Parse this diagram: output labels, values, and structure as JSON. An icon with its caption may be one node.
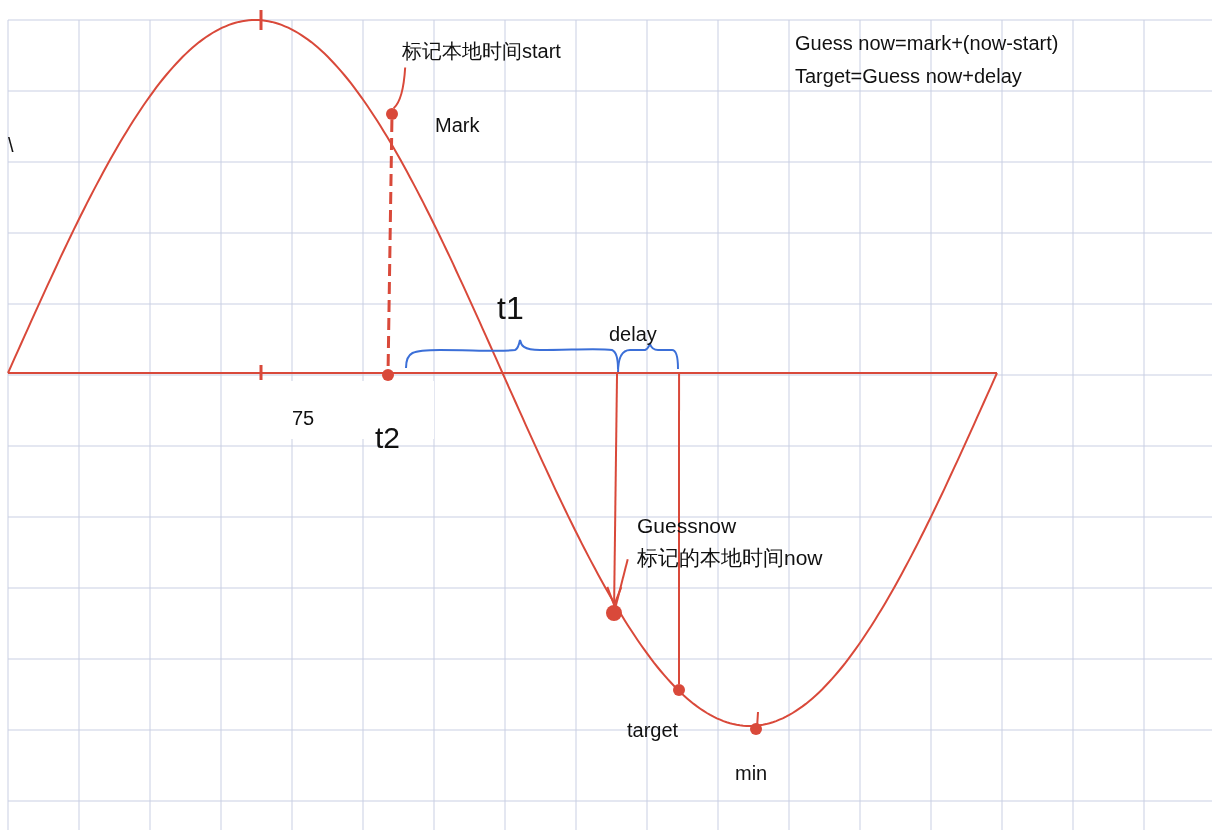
{
  "diagram": {
    "nodes": [
      {
        "text": [
          "标记本地时间start"
        ]
      },
      {
        "text": [],
        "shape": "circle",
        "beside": [
          "Mark"
        ]
      },
      {
        "text": [],
        "shape": "circle",
        "beside": [
          "t2"
        ]
      },
      {
        "text": [
          "Guessnow",
          "标记的本地时间now"
        ]
      },
      {
        "text": [],
        "shape": "circle"
      },
      {
        "text": [],
        "shape": "circle",
        "beside": [
          "target"
        ]
      },
      {
        "text": [],
        "shape": "circle",
        "beside": [
          "min"
        ]
      },
      {
        "text": [],
        "shape": "bar"
      }
    ],
    "edges": [
      {
        "from": 0,
        "to": 1,
        "arrow": "none"
      },
      {
        "from": 1,
        "to": 2,
        "arrow": "none",
        "style": "dashed"
      },
      {
        "from": 7,
        "to": 4,
        "arrow": "to"
      },
      {
        "from": 3,
        "to": 4,
        "arrow": "none"
      },
      {
        "from": 7,
        "to": 5,
        "arrow": "none"
      }
    ],
    "labels": [
      "Guess now=mark+(now-start)",
      "Target=Guess now+delay",
      "\\",
      "t1",
      "delay",
      "75"
    ]
  }
}
